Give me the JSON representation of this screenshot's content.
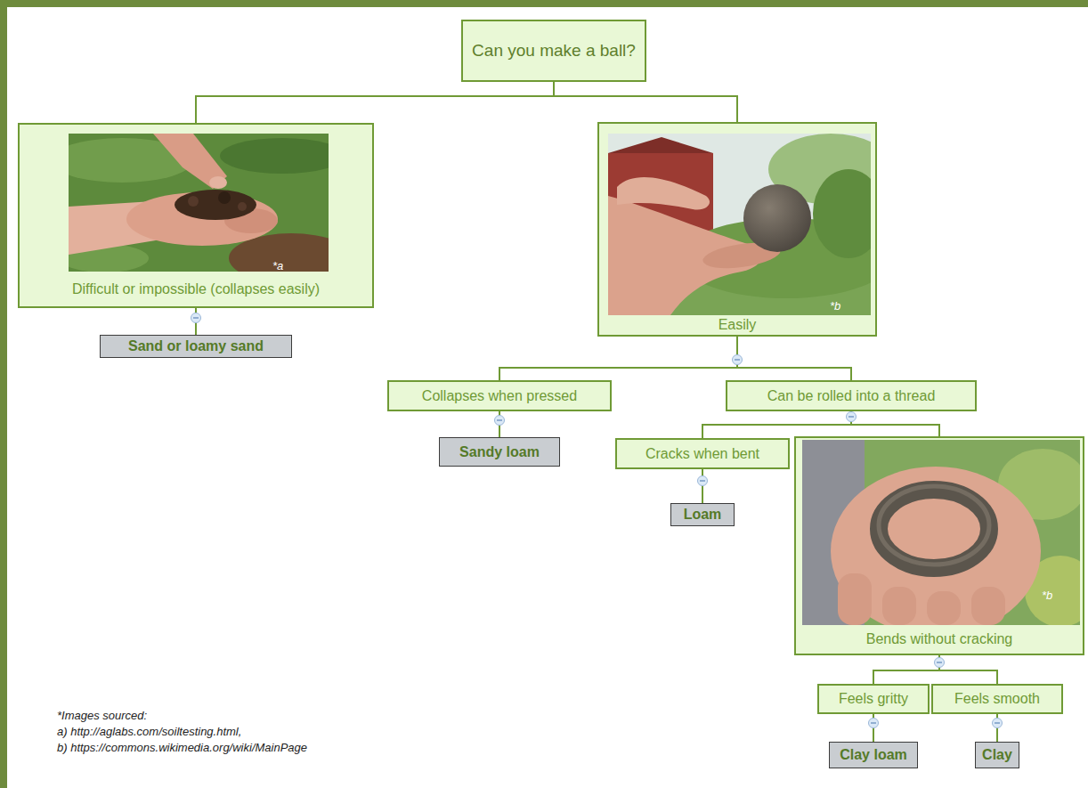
{
  "diagram": {
    "nodes": [
      {
        "text": [
          "Can you make a ball?"
        ]
      },
      {
        "text": [
          "Difficult or impossible (collapses easily)"
        ]
      },
      {
        "text": [
          "Sand or loamy sand"
        ]
      },
      {
        "text": [
          "Easily"
        ]
      },
      {
        "text": [
          "Collapses when pressed"
        ]
      },
      {
        "text": [
          "Sandy loam"
        ]
      },
      {
        "text": [
          "Can be rolled into a thread"
        ]
      },
      {
        "text": [
          "Cracks when bent"
        ]
      },
      {
        "text": [
          "Loam"
        ]
      },
      {
        "text": [
          "Bends without cracking"
        ]
      },
      {
        "text": [
          "Feels gritty"
        ]
      },
      {
        "text": [
          "Feels smooth"
        ]
      },
      {
        "text": [
          "Clay loam"
        ]
      },
      {
        "text": [
          "Clay"
        ]
      }
    ],
    "edges": [
      {
        "from": 0,
        "to": 1,
        "arrow": "none"
      },
      {
        "from": 1,
        "to": 2,
        "arrow": "none"
      },
      {
        "from": 0,
        "to": 3,
        "arrow": "none"
      },
      {
        "from": 3,
        "to": 4,
        "arrow": "none"
      },
      {
        "from": 4,
        "to": 5,
        "arrow": "none"
      },
      {
        "from": 3,
        "to": 6,
        "arrow": "none"
      },
      {
        "from": 6,
        "to": 7,
        "arrow": "none"
      },
      {
        "from": 7,
        "to": 8,
        "arrow": "none"
      },
      {
        "from": 6,
        "to": 9,
        "arrow": "none"
      },
      {
        "from": 9,
        "to": 10,
        "arrow": "none"
      },
      {
        "from": 10,
        "to": 12,
        "arrow": "none"
      },
      {
        "from": 9,
        "to": 11,
        "arrow": "none"
      },
      {
        "from": 11,
        "to": 13,
        "arrow": "none"
      }
    ],
    "labels": [
      "*a",
      "*b",
      "*b",
      "*Images sourced:",
      "a) http://aglabs.com/soiltesting.html,",
      "b) https://commons.wikimedia.org/wiki/MainPage"
    ]
  }
}
